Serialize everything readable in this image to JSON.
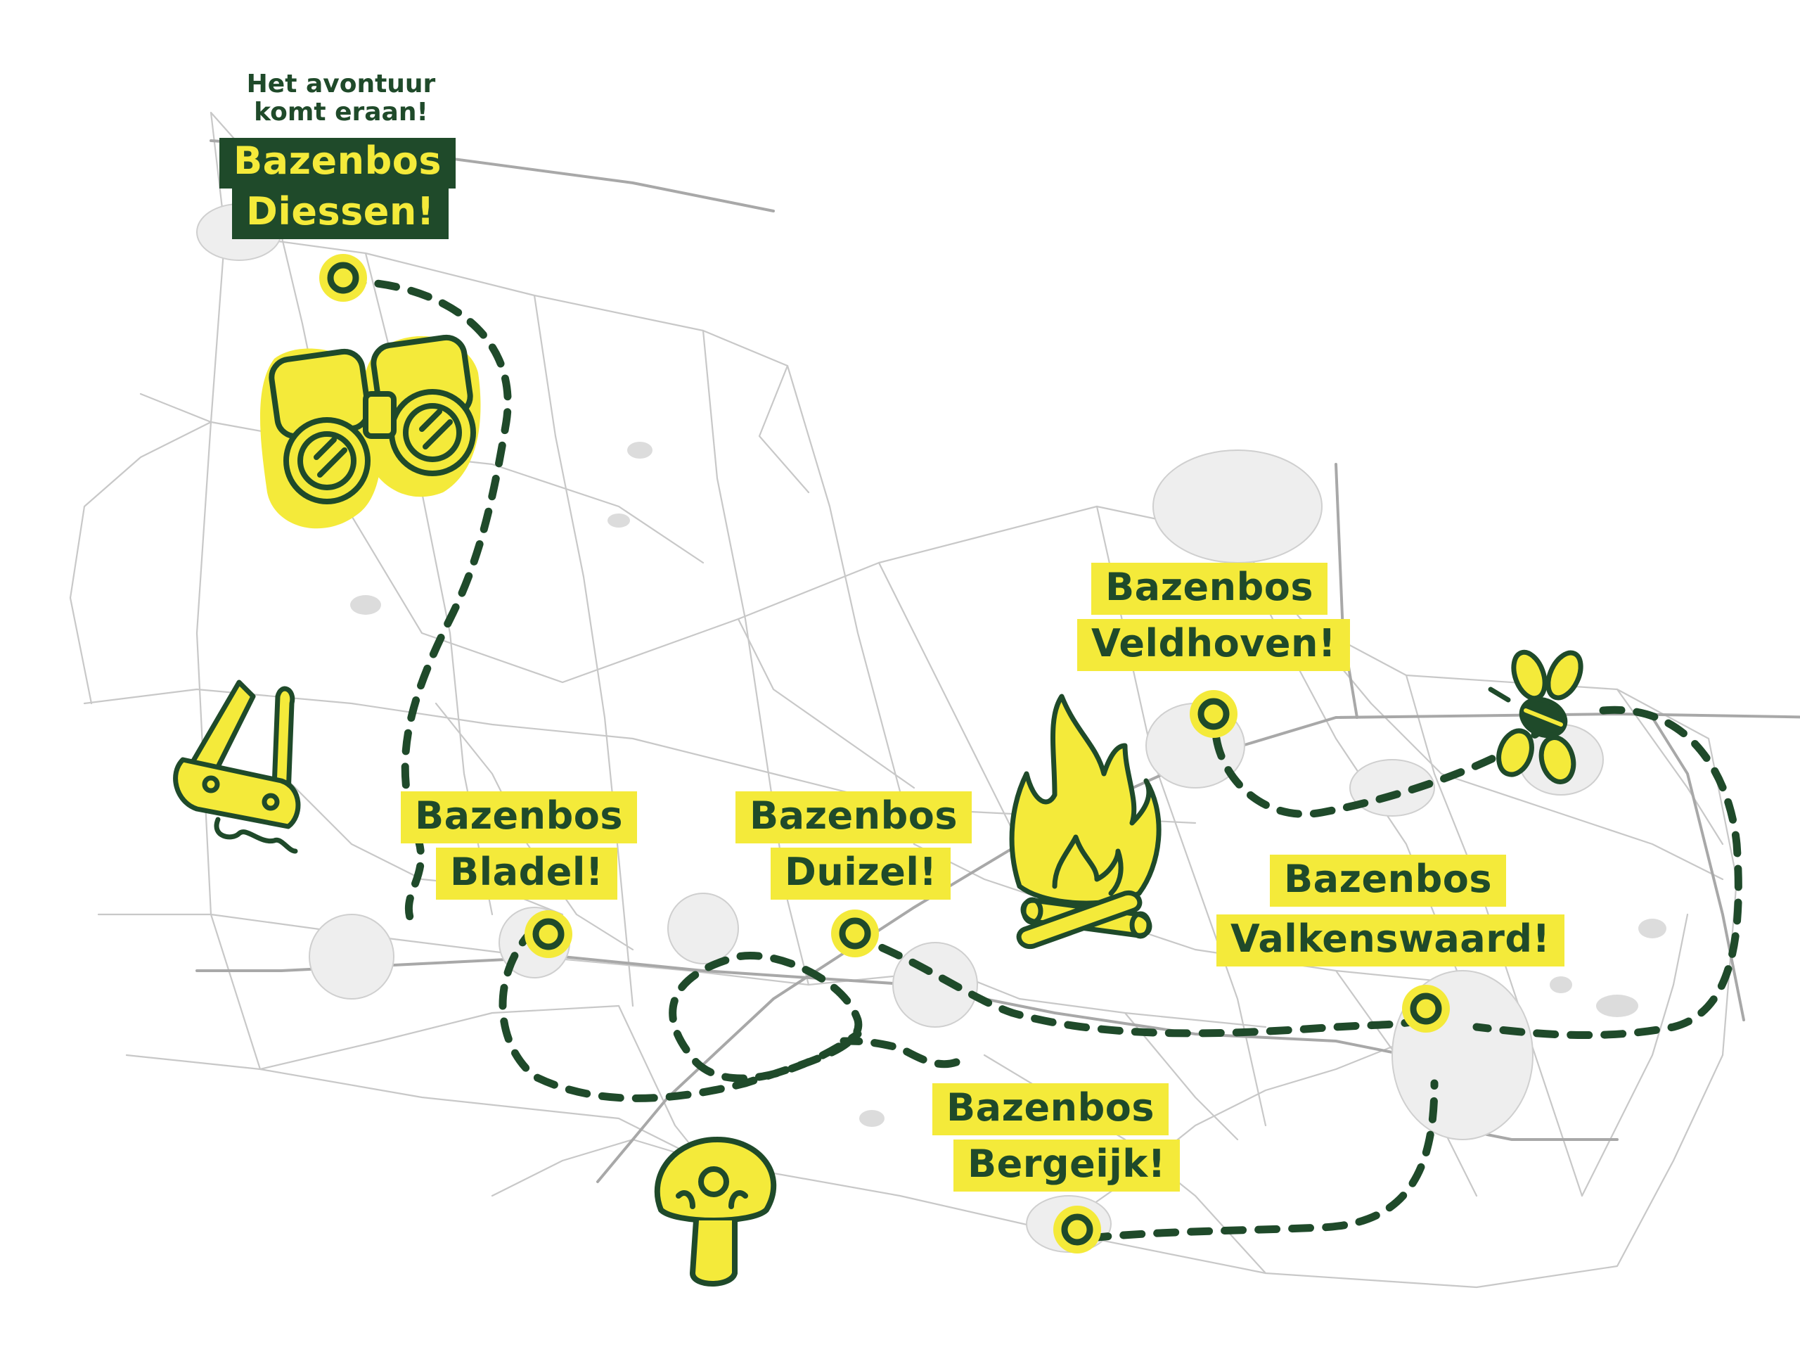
{
  "intro": {
    "line1": "Het avontuur",
    "line2": "komt eraan!"
  },
  "locations": [
    {
      "id": "diessen",
      "line1": "Bazenbos",
      "line2": "Diessen!",
      "style": "dark"
    },
    {
      "id": "veldhoven",
      "line1": "Bazenbos",
      "line2": "Veldhoven!",
      "style": "yellow"
    },
    {
      "id": "bladel",
      "line1": "Bazenbos",
      "line2": "Bladel!",
      "style": "yellow"
    },
    {
      "id": "duizel",
      "line1": "Bazenbos",
      "line2": "Duizel!",
      "style": "yellow"
    },
    {
      "id": "valkenswaard",
      "line1": "Bazenbos",
      "line2": "Valkenswaard!",
      "style": "yellow"
    },
    {
      "id": "bergeijk",
      "line1": "Bazenbos",
      "line2": "Bergeijk!",
      "style": "yellow"
    }
  ],
  "icons": [
    "binoculars-icon",
    "pocket-knife-icon",
    "campfire-icon",
    "mushroom-icon",
    "bee-icon"
  ],
  "colors": {
    "accent_yellow": "#f4ea3a",
    "dark_green": "#1f4a2a",
    "road_gray": "#c9c9c9",
    "water_gray": "#dcdcdc"
  }
}
